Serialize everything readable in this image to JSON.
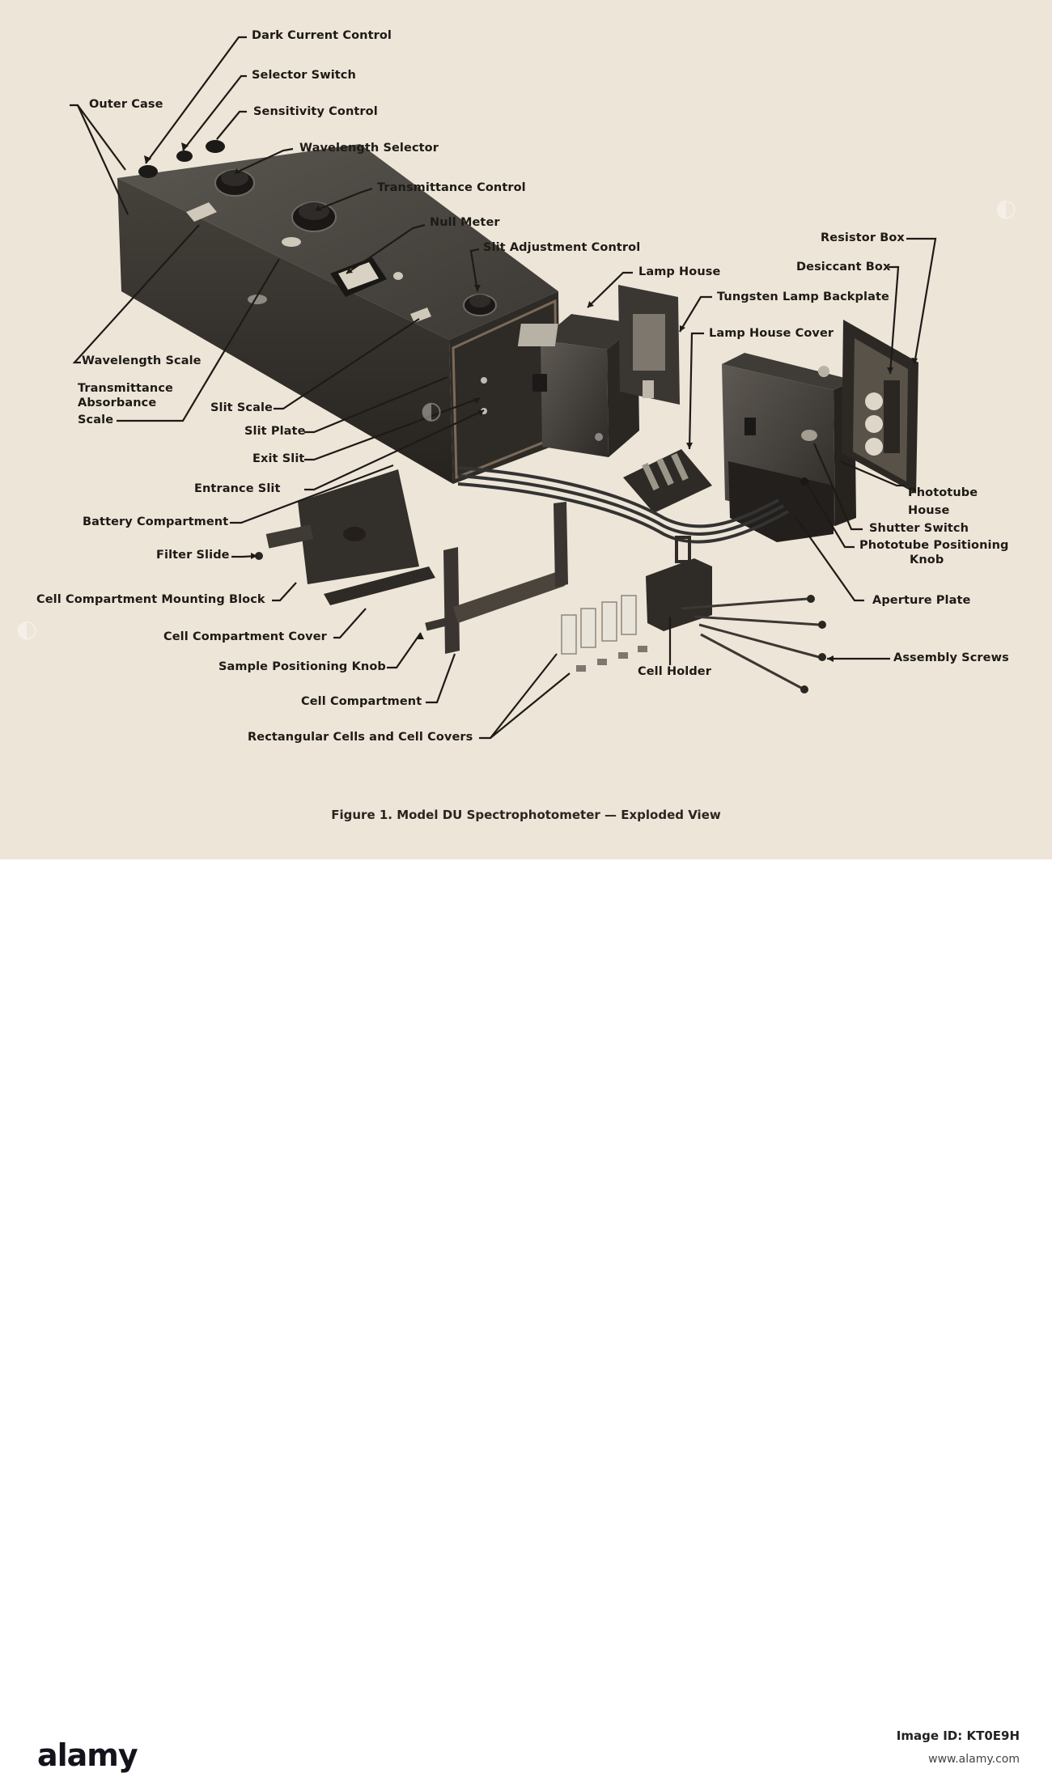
{
  "figure": {
    "caption": "Figure 1. Model DU Spectrophotometer — Exploded View"
  },
  "labels": {
    "dark_current_control": "Dark Current Control",
    "selector_switch": "Selector Switch",
    "outer_case": "Outer Case",
    "sensitivity_control": "Sensitivity Control",
    "wavelength_selector": "Wavelength Selector",
    "transmittance_control": "Transmittance Control",
    "null_meter": "Null Meter",
    "slit_adjustment_control": "Slit Adjustment Control",
    "lamp_house": "Lamp House",
    "tungsten_lamp_backplate": "Tungsten Lamp Backplate",
    "lamp_house_cover": "Lamp House Cover",
    "resistor_box": "Resistor Box",
    "desiccant_box": "Desiccant Box",
    "wavelength_scale": "Wavelength Scale",
    "transmittance_absorbance_scale": [
      "Transmittance",
      "Absorbance",
      "Scale"
    ],
    "slit_scale": "Slit Scale",
    "slit_plate": "Slit Plate",
    "exit_slit": "Exit Slit",
    "entrance_slit": "Entrance Slit",
    "battery_compartment": "Battery Compartment",
    "filter_slide": "Filter Slide",
    "cell_compartment_mounting_block": "Cell Compartment Mounting Block",
    "cell_compartment_cover": "Cell Compartment Cover",
    "sample_positioning_knob": "Sample Positioning Knob",
    "cell_compartment": "Cell Compartment",
    "rectangular_cells_and_cell_covers": "Rectangular Cells and Cell Covers",
    "cell_holder": "Cell Holder",
    "phototube_house": [
      "Phototube",
      "House"
    ],
    "shutter_switch": "Shutter Switch",
    "phototube_positioning_knob": [
      "Phototube Positioning",
      "Knob"
    ],
    "aperture_plate": "Aperture Plate",
    "assembly_screws": "Assembly Screws"
  },
  "watermark": {
    "logo": "alamy",
    "image_id": "Image ID: KT0E9H",
    "site": "www.alamy.com"
  }
}
